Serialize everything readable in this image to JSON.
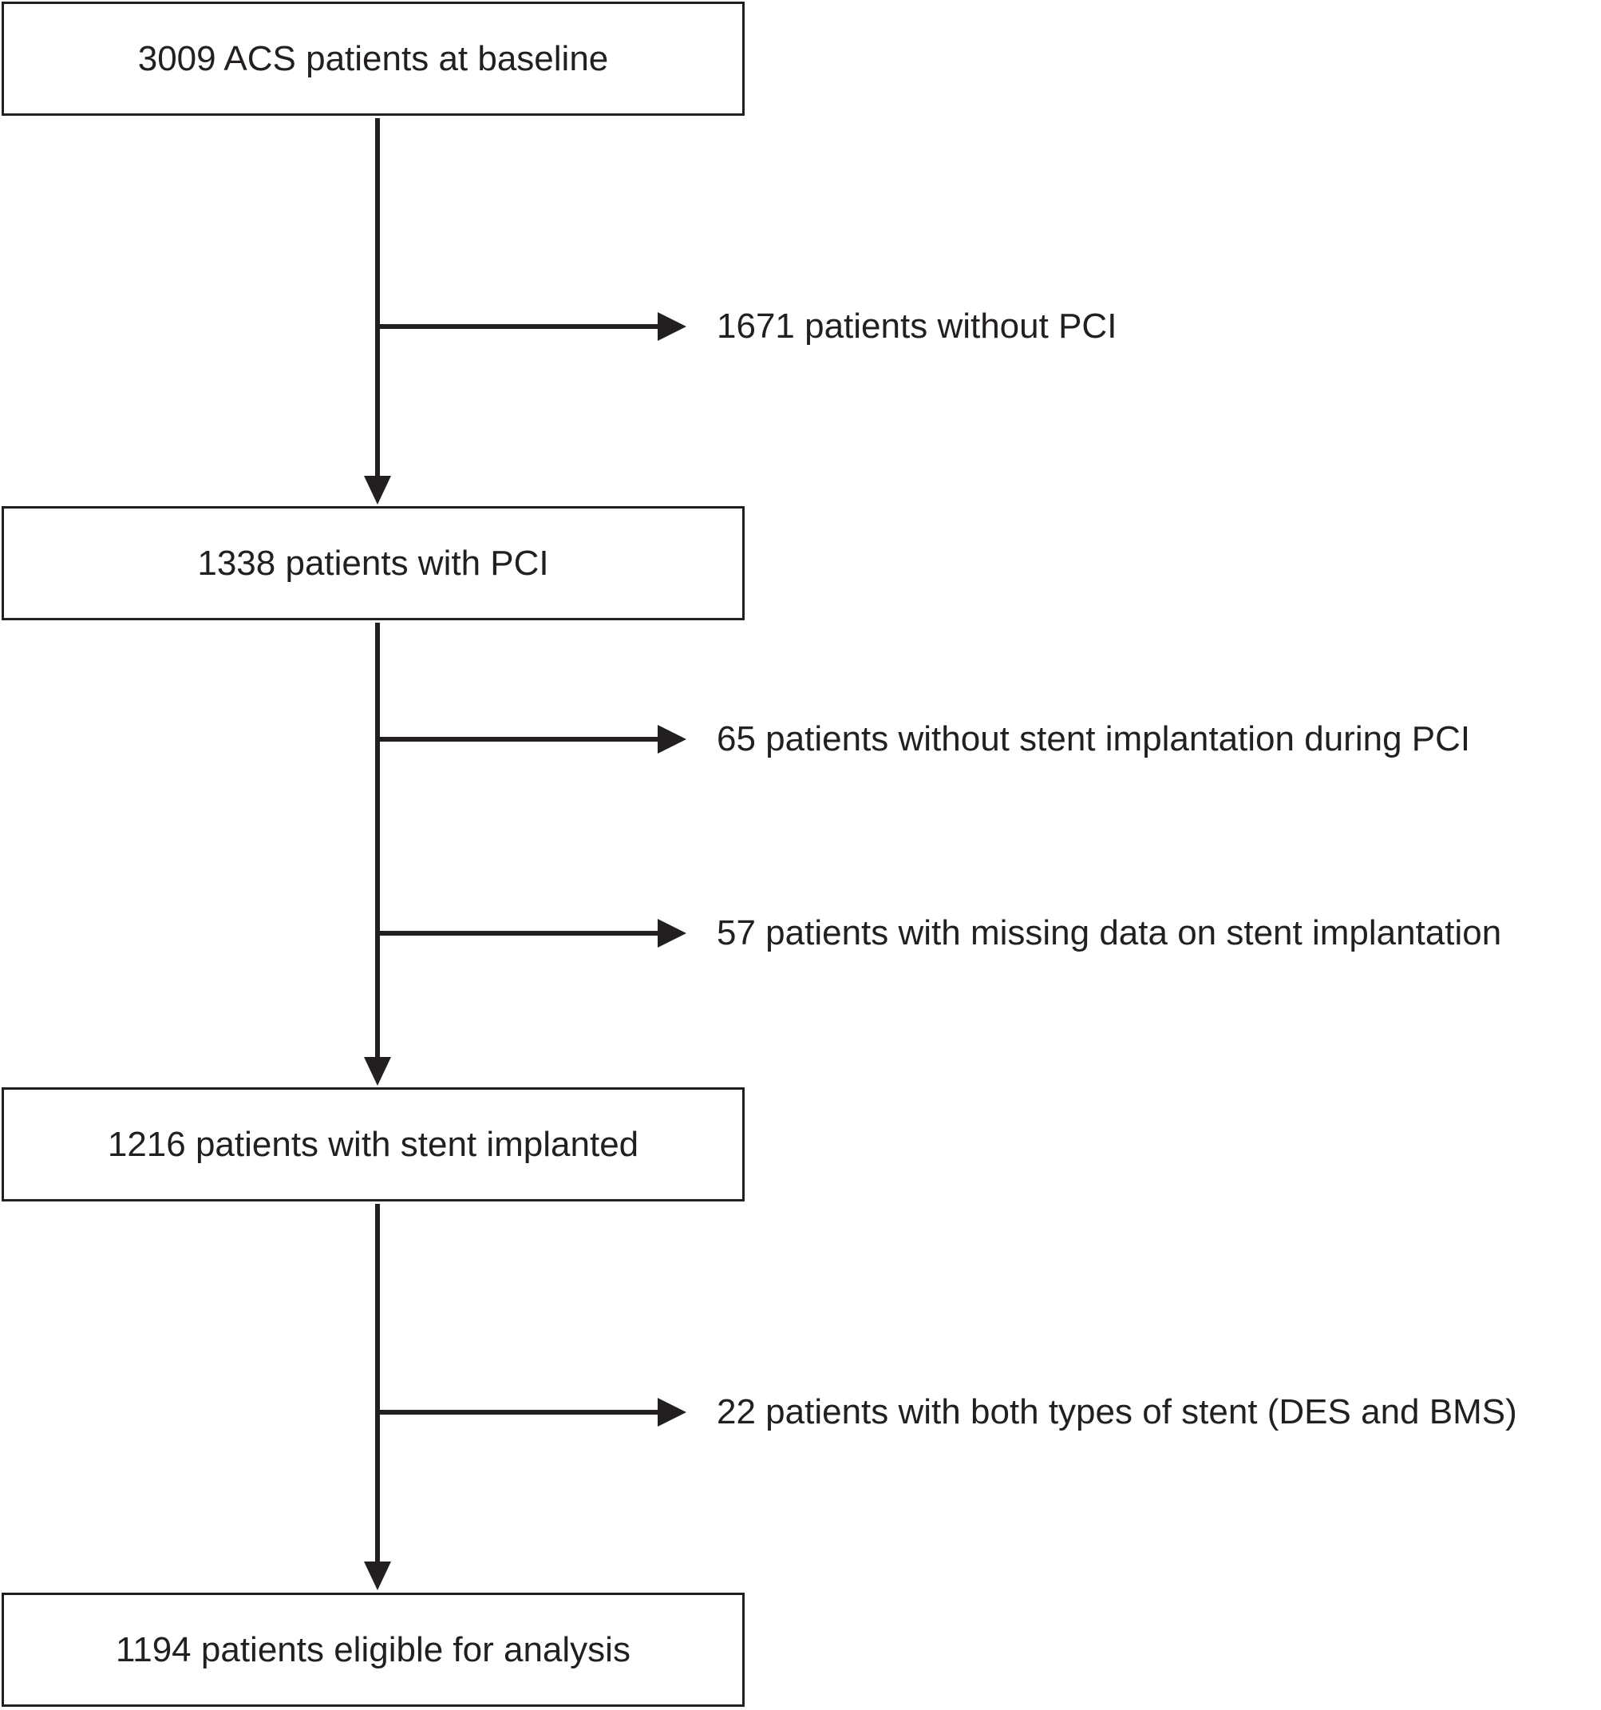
{
  "flowchart": {
    "boxes": [
      {
        "text": "3009 ACS patients at baseline"
      },
      {
        "text": "1338 patients with PCI"
      },
      {
        "text": "1216 patients with stent implanted"
      },
      {
        "text": "1194 patients eligible for analysis"
      }
    ],
    "exclusions": [
      {
        "text": "1671 patients without PCI"
      },
      {
        "text": "65 patients without stent implantation during PCI"
      },
      {
        "text": "57 patients with missing data on stent implantation"
      },
      {
        "text": "22 patients with both types of stent (DES and BMS)"
      }
    ]
  },
  "colors": {
    "line": "#231f20",
    "background": "#ffffff"
  }
}
